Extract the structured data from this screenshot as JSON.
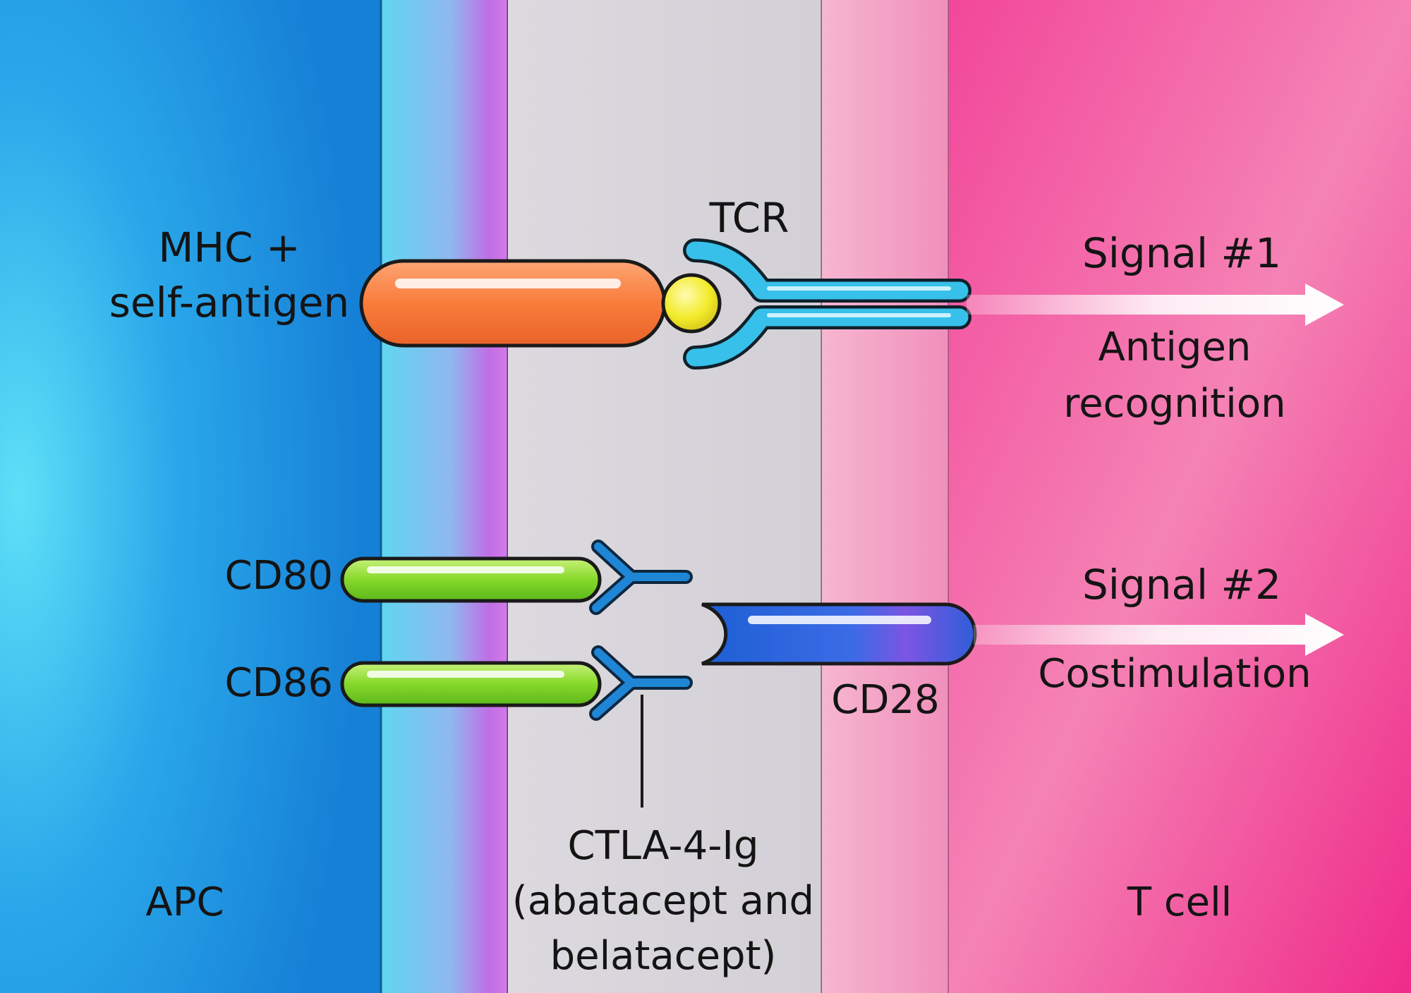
{
  "labels": {
    "mhc_line1": "MHC +",
    "mhc_line2": "self-antigen",
    "tcr": "TCR",
    "signal1": "Signal #1",
    "signal1_desc_line1": "Antigen",
    "signal1_desc_line2": "recognition",
    "cd80": "CD80",
    "cd86": "CD86",
    "cd28": "CD28",
    "signal2": "Signal #2",
    "signal2_desc": "Costimulation",
    "ctla4_line1": "CTLA-4-Ig",
    "ctla4_line2": "(abatacept and",
    "ctla4_line3": "belatacept)",
    "apc": "APC",
    "tcell": "T cell"
  },
  "colors": {
    "apc_region": "#1e9be6",
    "apc_region_light": "#47d6f5",
    "apc_membrane": "#6ad0ef",
    "apc_membrane_edge": "#b05be0",
    "synapse": "#d7d5da",
    "tcell_membrane": "#f39ac4",
    "tcell_region": "#f2378f",
    "tcell_region_light": "#f9a3c8",
    "mhc": "#f97c3a",
    "antigen": "#f2eb2a",
    "tcr": "#39c2ea",
    "cd80_cd86": "#7ed321",
    "ctla4": "#1f86d6",
    "cd28": "#1d63d8",
    "arrow": "#ffffff"
  }
}
